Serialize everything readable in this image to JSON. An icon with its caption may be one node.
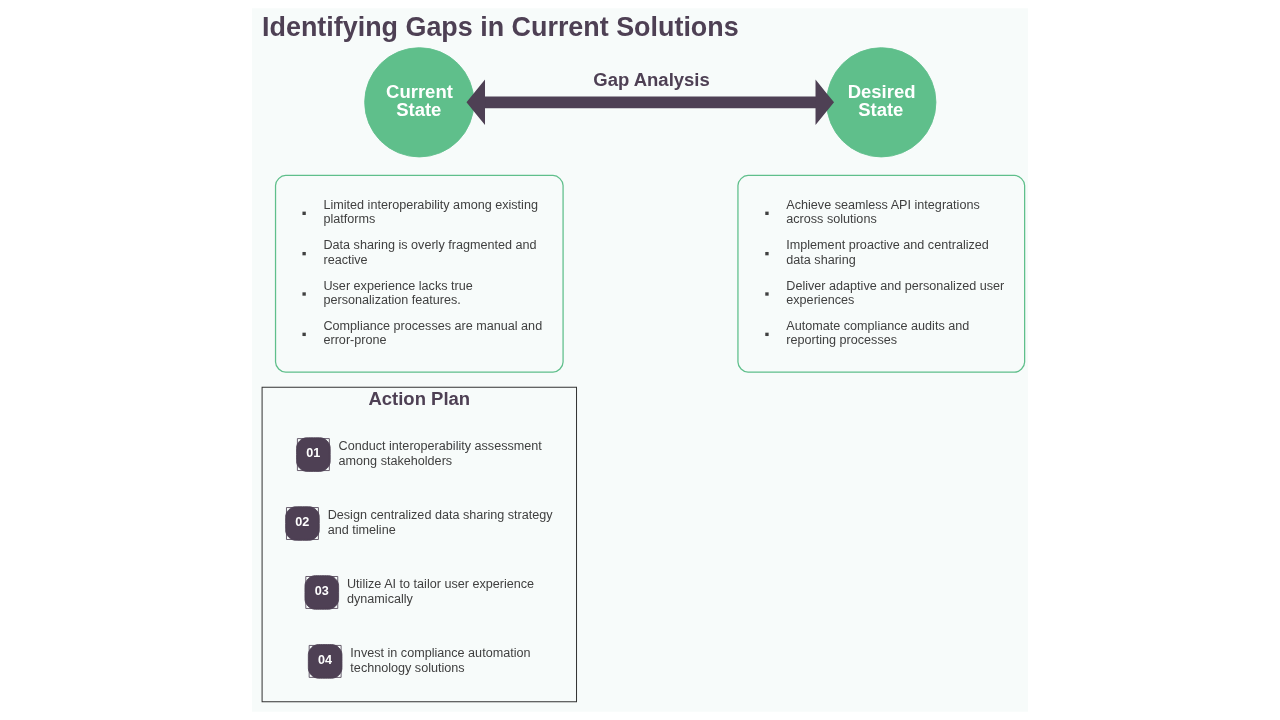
{
  "diagram": {
    "title": "Identifying Gaps in Current Solutions",
    "nodes": [
      {
        "text": [
          "Current State"
        ]
      },
      {
        "text": [
          "Desired State"
        ]
      },
      {
        "text": [
          "Limited interoperability among existing platforms",
          "Data sharing is overly fragmented and reactive",
          "User experience lacks true personalization features.",
          "Compliance processes are manual and error-prone"
        ]
      },
      {
        "text": [
          "Action Plan"
        ]
      },
      {
        "text": [
          "01"
        ],
        "beside": [
          "Conduct interoperability assessment among stakeholders"
        ],
        "in": 3
      },
      {
        "text": [
          "02"
        ],
        "beside": [
          "Design centralized data sharing strategy and timeline"
        ],
        "in": 3
      },
      {
        "text": [
          "03"
        ],
        "beside": [
          "Utilize AI to tailor user experience dynamically"
        ],
        "in": 3
      },
      {
        "text": [
          "04"
        ],
        "beside": [
          "Invest in compliance automation technology solutions"
        ],
        "in": 3
      },
      {
        "text": [
          "Achieve seamless API integrations across solutions",
          "Implement proactive and centralized data sharing",
          "Deliver adaptive and personalized user experiences",
          "Automate compliance audits and reporting processes"
        ]
      }
    ],
    "edges": [
      {
        "from": 0,
        "to": 1,
        "arrow": "both",
        "label": "Gap Analysis"
      }
    ]
  }
}
